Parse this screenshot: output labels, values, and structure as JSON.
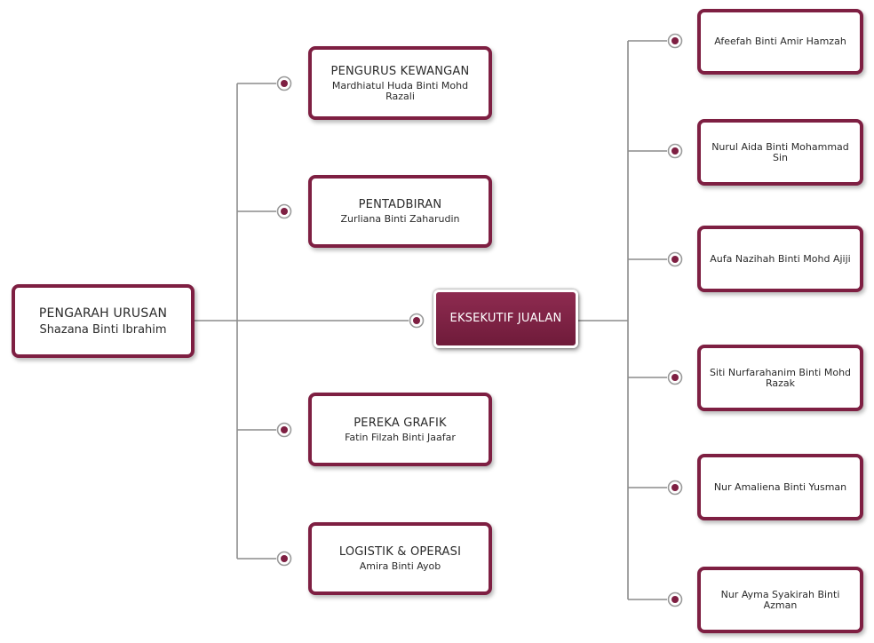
{
  "colors": {
    "accent": "#7e1f42",
    "connector": "#8c8c8c",
    "background": "#ffffff"
  },
  "root": {
    "title": "PENGARAH URUSAN",
    "name": "Shazana Binti Ibrahim"
  },
  "left_branch": [
    {
      "title": "PENGURUS KEWANGAN",
      "name": "Mardhiatul Huda Binti Mohd Razali"
    },
    {
      "title": "PENTADBIRAN",
      "name": "Zurliana Binti Zaharudin"
    },
    {
      "title": "PEREKA GRAFIK",
      "name": "Fatin Filzah Binti Jaafar"
    },
    {
      "title": "LOGISTIK & OPERASI",
      "name": "Amira Binti Ayob"
    }
  ],
  "hub": {
    "title": "EKSEKUTIF JUALAN"
  },
  "sales_team": [
    {
      "name": "Afeefah Binti Amir Hamzah"
    },
    {
      "name": "Nurul Aida Binti Mohammad Sin"
    },
    {
      "name": "Aufa Nazihah Binti Mohd Ajiji"
    },
    {
      "name": "Siti Nurfarahanim Binti Mohd Razak"
    },
    {
      "name": "Nur Amaliena Binti Yusman"
    },
    {
      "name": "Nur Ayma Syakirah Binti Azman"
    }
  ]
}
